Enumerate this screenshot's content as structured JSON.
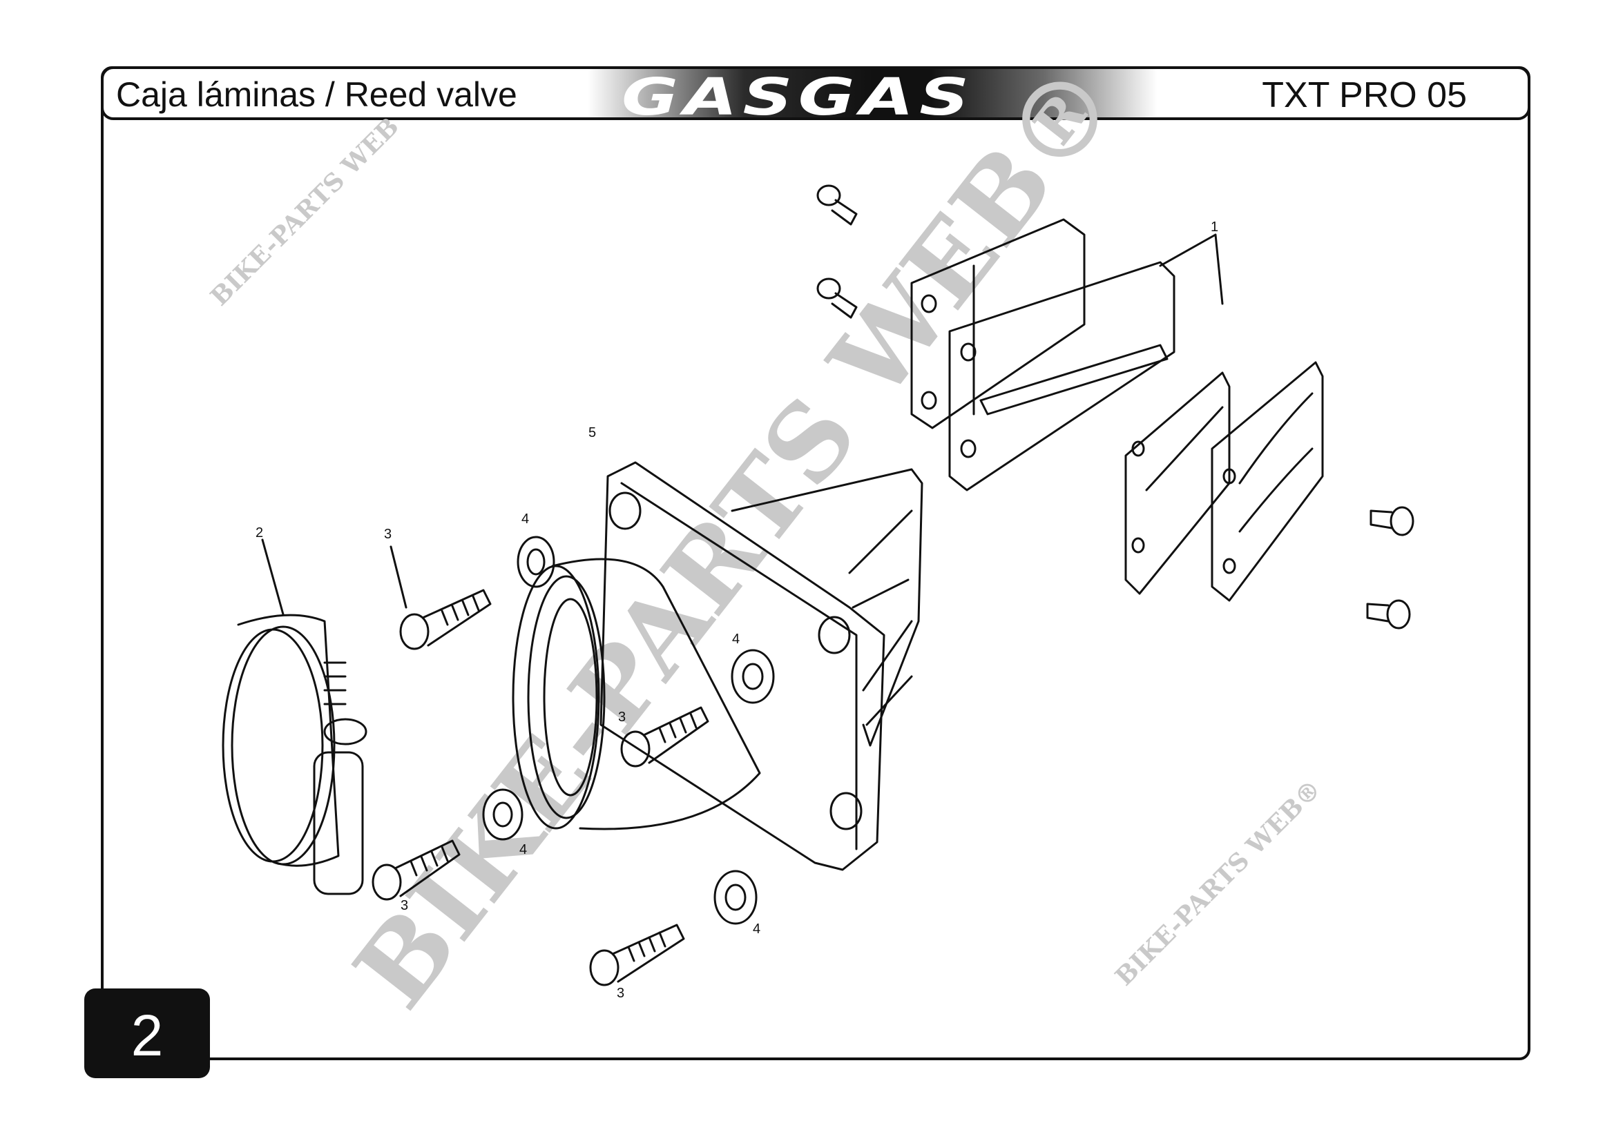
{
  "header": {
    "title": "Caja láminas / Reed valve",
    "brand": "GASGAS",
    "model": "TXT PRO 05"
  },
  "page_number": "2",
  "callouts": [
    {
      "label": "1"
    },
    {
      "label": "2"
    },
    {
      "label": "3"
    },
    {
      "label": "3"
    },
    {
      "label": "3"
    },
    {
      "label": "3"
    },
    {
      "label": "4"
    },
    {
      "label": "4"
    },
    {
      "label": "4"
    },
    {
      "label": "4"
    },
    {
      "label": "5"
    }
  ],
  "watermarks": [
    "BIKE-PARTS WEB",
    "BIKE-PARTS WEB®",
    "BIKE-PARTS WEB®"
  ],
  "colors": {
    "ink": "#111111",
    "watermark": "#c9c9c9"
  }
}
